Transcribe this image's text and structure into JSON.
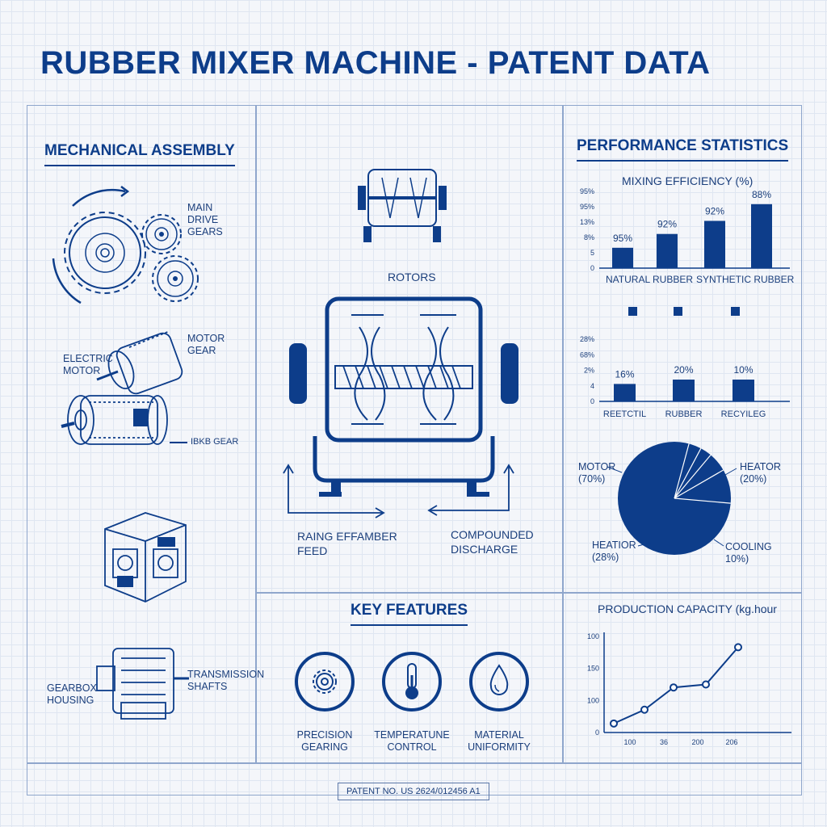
{
  "title": "RUBBER MIXER MACHINE - PATENT DATA",
  "mechanical": {
    "heading": "MECHANICAL ASSEMBLY",
    "gears_label": [
      "MAIN",
      "DRIVE",
      "GEARS"
    ],
    "motor_gear_label": [
      "MOTOR",
      "GEAR"
    ],
    "electric_motor_label": [
      "ELECTRIC",
      "MOTOR"
    ],
    "ibkb_label": "IBKB GEAR",
    "gearbox_label": [
      "GEARBOX",
      "HOUSING"
    ],
    "transmission_label": [
      "TRANSMISSION",
      "SHAFTS"
    ]
  },
  "center": {
    "rotors_label": "ROTORS",
    "feed_label": [
      "RAING EFFAMBER",
      "FEED"
    ],
    "discharge_label": [
      "COMPOUNDED",
      "DISCHARGE"
    ]
  },
  "features": {
    "heading": "KEY FEATURES",
    "items": [
      {
        "icon": "gear-icon",
        "label": [
          "PRECISION",
          "GEARING"
        ]
      },
      {
        "icon": "thermometer-icon",
        "label": [
          "TEMPERATUNE",
          "CONTROL"
        ]
      },
      {
        "icon": "droplet-icon",
        "label": [
          "MATERIAL",
          "UNIFORMITY"
        ]
      }
    ]
  },
  "performance": {
    "heading": "PERFORMANCE STATISTICS"
  },
  "chart_data": [
    {
      "type": "bar",
      "title": "MIXING EFFICIENCY (%)",
      "y_tick_labels": [
        "95%",
        "95%",
        "13%",
        "8%",
        "5",
        "0"
      ],
      "values": [
        28,
        47,
        65,
        88
      ],
      "data_labels": [
        "95%",
        "92%",
        "92%",
        "88%"
      ],
      "category_labels": [
        "NATURAL RUBBER",
        "SYNTHETIC RUBBER"
      ],
      "color": "#0d3d8a"
    },
    {
      "type": "bar",
      "title": "",
      "y_tick_labels": [
        "28%",
        "68%",
        "2%",
        "4",
        "0"
      ],
      "values": [
        32,
        40,
        40
      ],
      "data_labels": [
        "16%",
        "20%",
        "10%"
      ],
      "categories": [
        "REETCTIL",
        "RUBBER",
        "RECYILEG"
      ],
      "color": "#0d3d8a"
    },
    {
      "type": "pie",
      "title": "",
      "labels": [
        {
          "name": "MOTOR",
          "value": "(70%)"
        },
        {
          "name": "HEATOR",
          "value": "(20%)"
        },
        {
          "name": "HEATIOR",
          "value": "(28%)"
        },
        {
          "name": "COOLING",
          "value": "10%)"
        }
      ],
      "color": "#0d3d8a"
    },
    {
      "type": "line",
      "title": "PRODUCTION CAPACITY (kg.hour",
      "y_tick_labels": [
        "100",
        "150",
        "100",
        "0"
      ],
      "x_tick_labels": [
        "100",
        "36",
        "200",
        "206"
      ],
      "values": [
        15,
        38,
        75,
        80,
        142
      ],
      "ylim": [
        0,
        160
      ],
      "color": "#0d3d8a"
    }
  ],
  "patent_no": "PATENT NO. US 2624/012456 A1"
}
